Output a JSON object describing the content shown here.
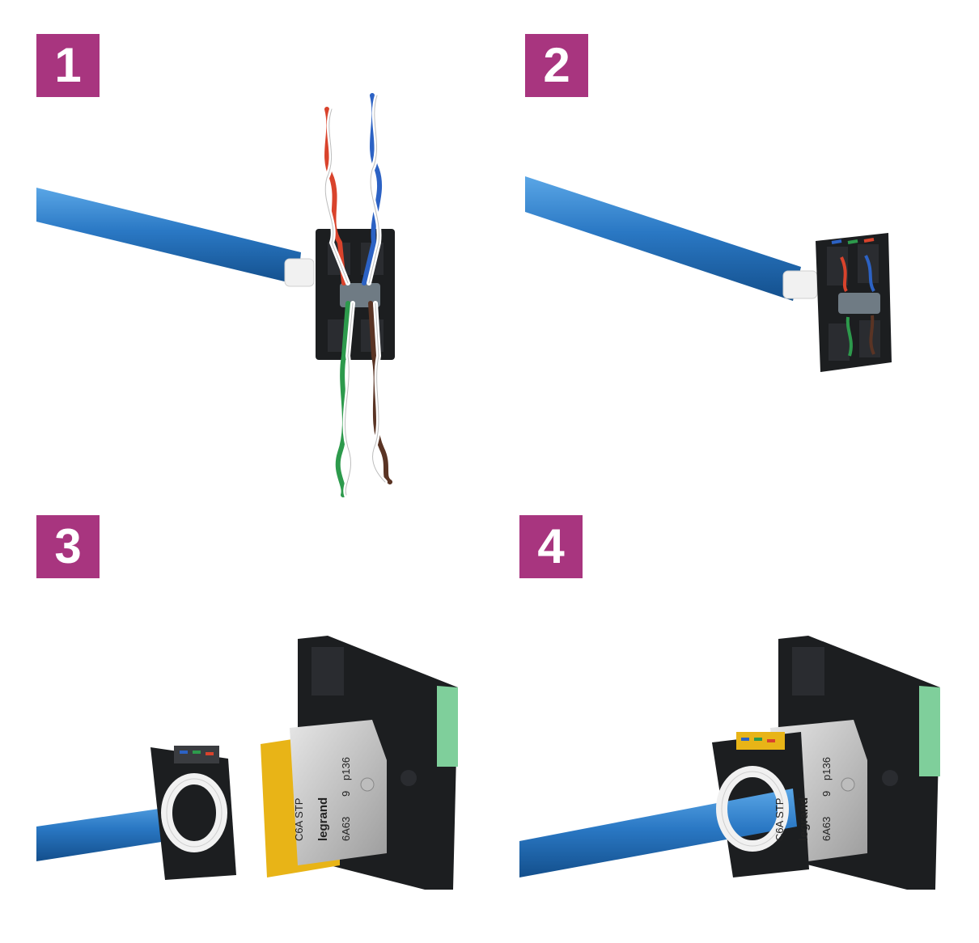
{
  "steps": [
    {
      "number": "1"
    },
    {
      "number": "2"
    },
    {
      "number": "3"
    },
    {
      "number": "4"
    }
  ],
  "jack": {
    "brand": "legrand",
    "category_label": "C6A STP",
    "code_left": "6A63",
    "code_mid": "9",
    "code_right": "p136"
  },
  "colors": {
    "badge": "#a8357f",
    "cable": "#2a78c4",
    "jack_body": "#1c1e20",
    "shield": "#c9c9c9",
    "latch": "#e8b417",
    "wire_orange": "#d9432c",
    "wire_blue": "#2c62c4",
    "wire_green": "#2d9a4c",
    "wire_brown": "#5a3424"
  }
}
